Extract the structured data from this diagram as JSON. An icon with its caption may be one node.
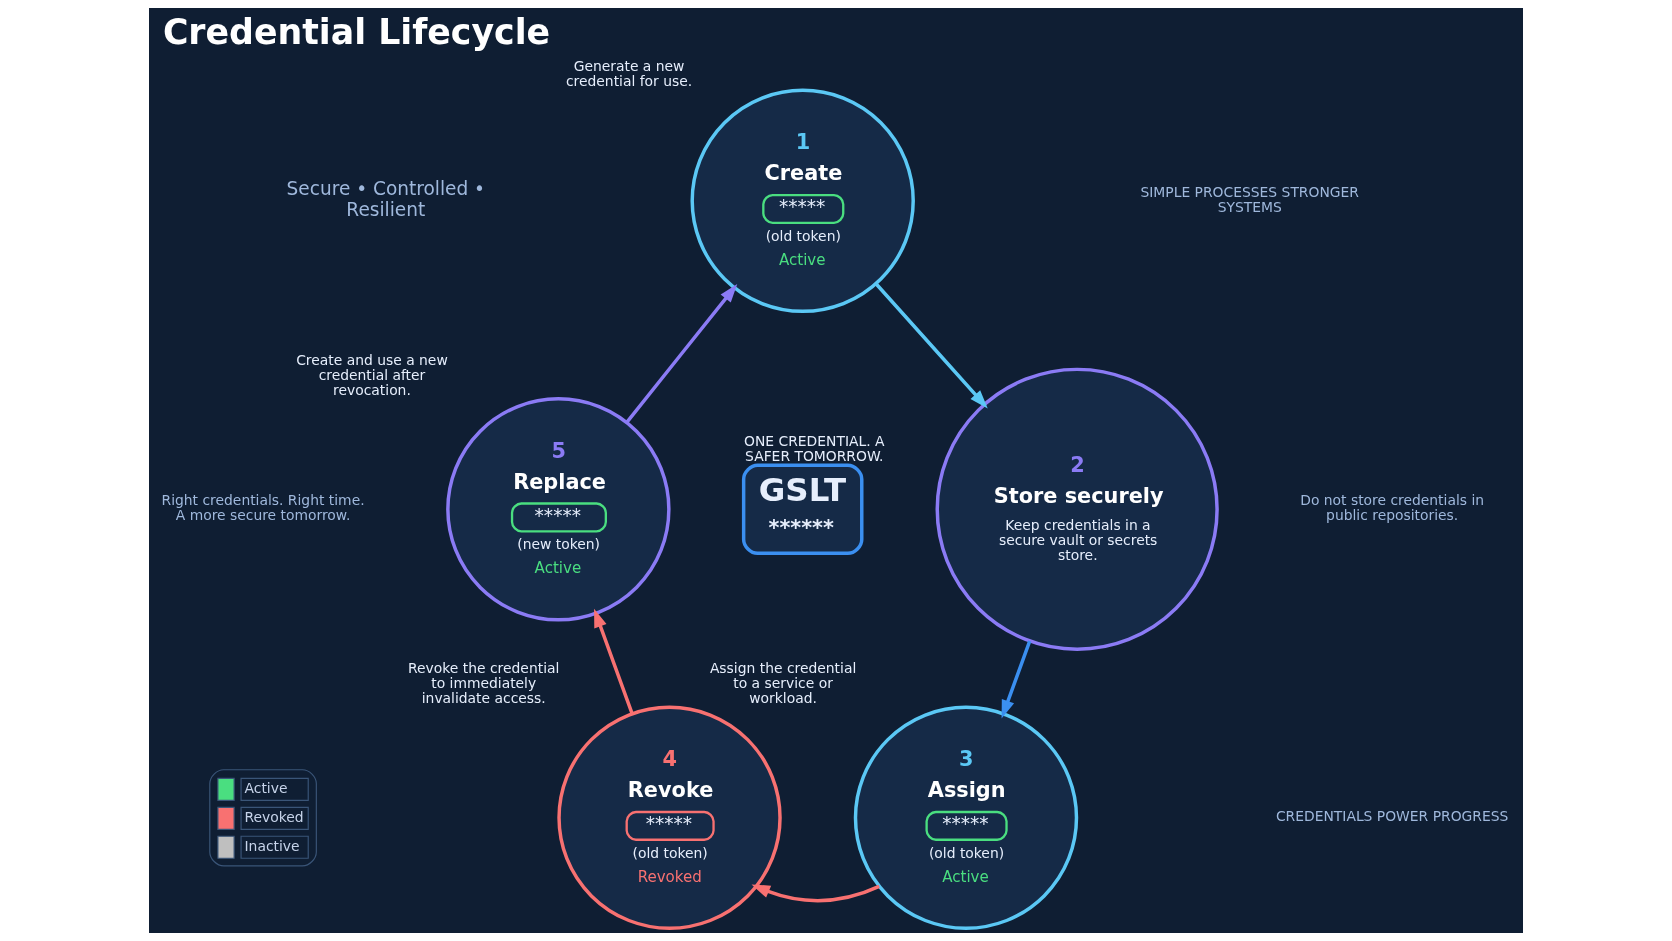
{
  "diagram": {
    "title": "Credential Lifecycle",
    "nodes": [
      {
        "text": [
          "1",
          "Create",
          "*****",
          "(old token)",
          "Active"
        ],
        "beside": [
          "Generate a new credential for use."
        ]
      },
      {
        "text": [
          "2",
          "Store securely",
          "Keep credentials in a secure vault or secrets store."
        ]
      },
      {
        "text": [
          "3",
          "Assign",
          "*****",
          "(old token)",
          "Active"
        ],
        "beside": [
          "Assign the credential to a service or workload."
        ]
      },
      {
        "text": [
          "4",
          "Revoke",
          "*****",
          "(old token)",
          "Revoked"
        ],
        "beside": [
          "Revoke the credential to immediately invalidate access."
        ]
      },
      {
        "text": [
          "5",
          "Replace",
          "*****",
          "(new token)",
          "Active"
        ],
        "beside": [
          "Create and use a new credential after revocation."
        ]
      },
      {
        "text": [
          "GSLT",
          "******"
        ],
        "beside": [
          "ONE CREDENTIAL. A SAFER TOMORROW."
        ]
      }
    ],
    "edges": [
      {
        "from": 0,
        "to": 1,
        "arrow": "to",
        "color": "#5bc8f5"
      },
      {
        "from": 1,
        "to": 2,
        "arrow": "to",
        "color": "#3b8ff0"
      },
      {
        "from": 2,
        "to": 3,
        "arrow": "to",
        "color": "#f87171"
      },
      {
        "from": 3,
        "to": 4,
        "arrow": "to",
        "color": "#f87171"
      },
      {
        "from": 4,
        "to": 0,
        "arrow": "to",
        "color": "#8b7bf5"
      }
    ],
    "labels": [
      "Secure • Controlled • Resilient",
      "Right credentials. Right time. A more secure tomorrow.",
      "SIMPLE PROCESSES STRONGER SYSTEMS",
      "Do not store credentials in public repositories.",
      "CREDENTIALS POWER PROGRESS"
    ],
    "legend": [
      {
        "text": "Active",
        "color": "#4ade80"
      },
      {
        "text": "Revoked",
        "color": "#f87171"
      },
      {
        "text": "Inactive",
        "color": "#bfbfbf"
      }
    ]
  }
}
